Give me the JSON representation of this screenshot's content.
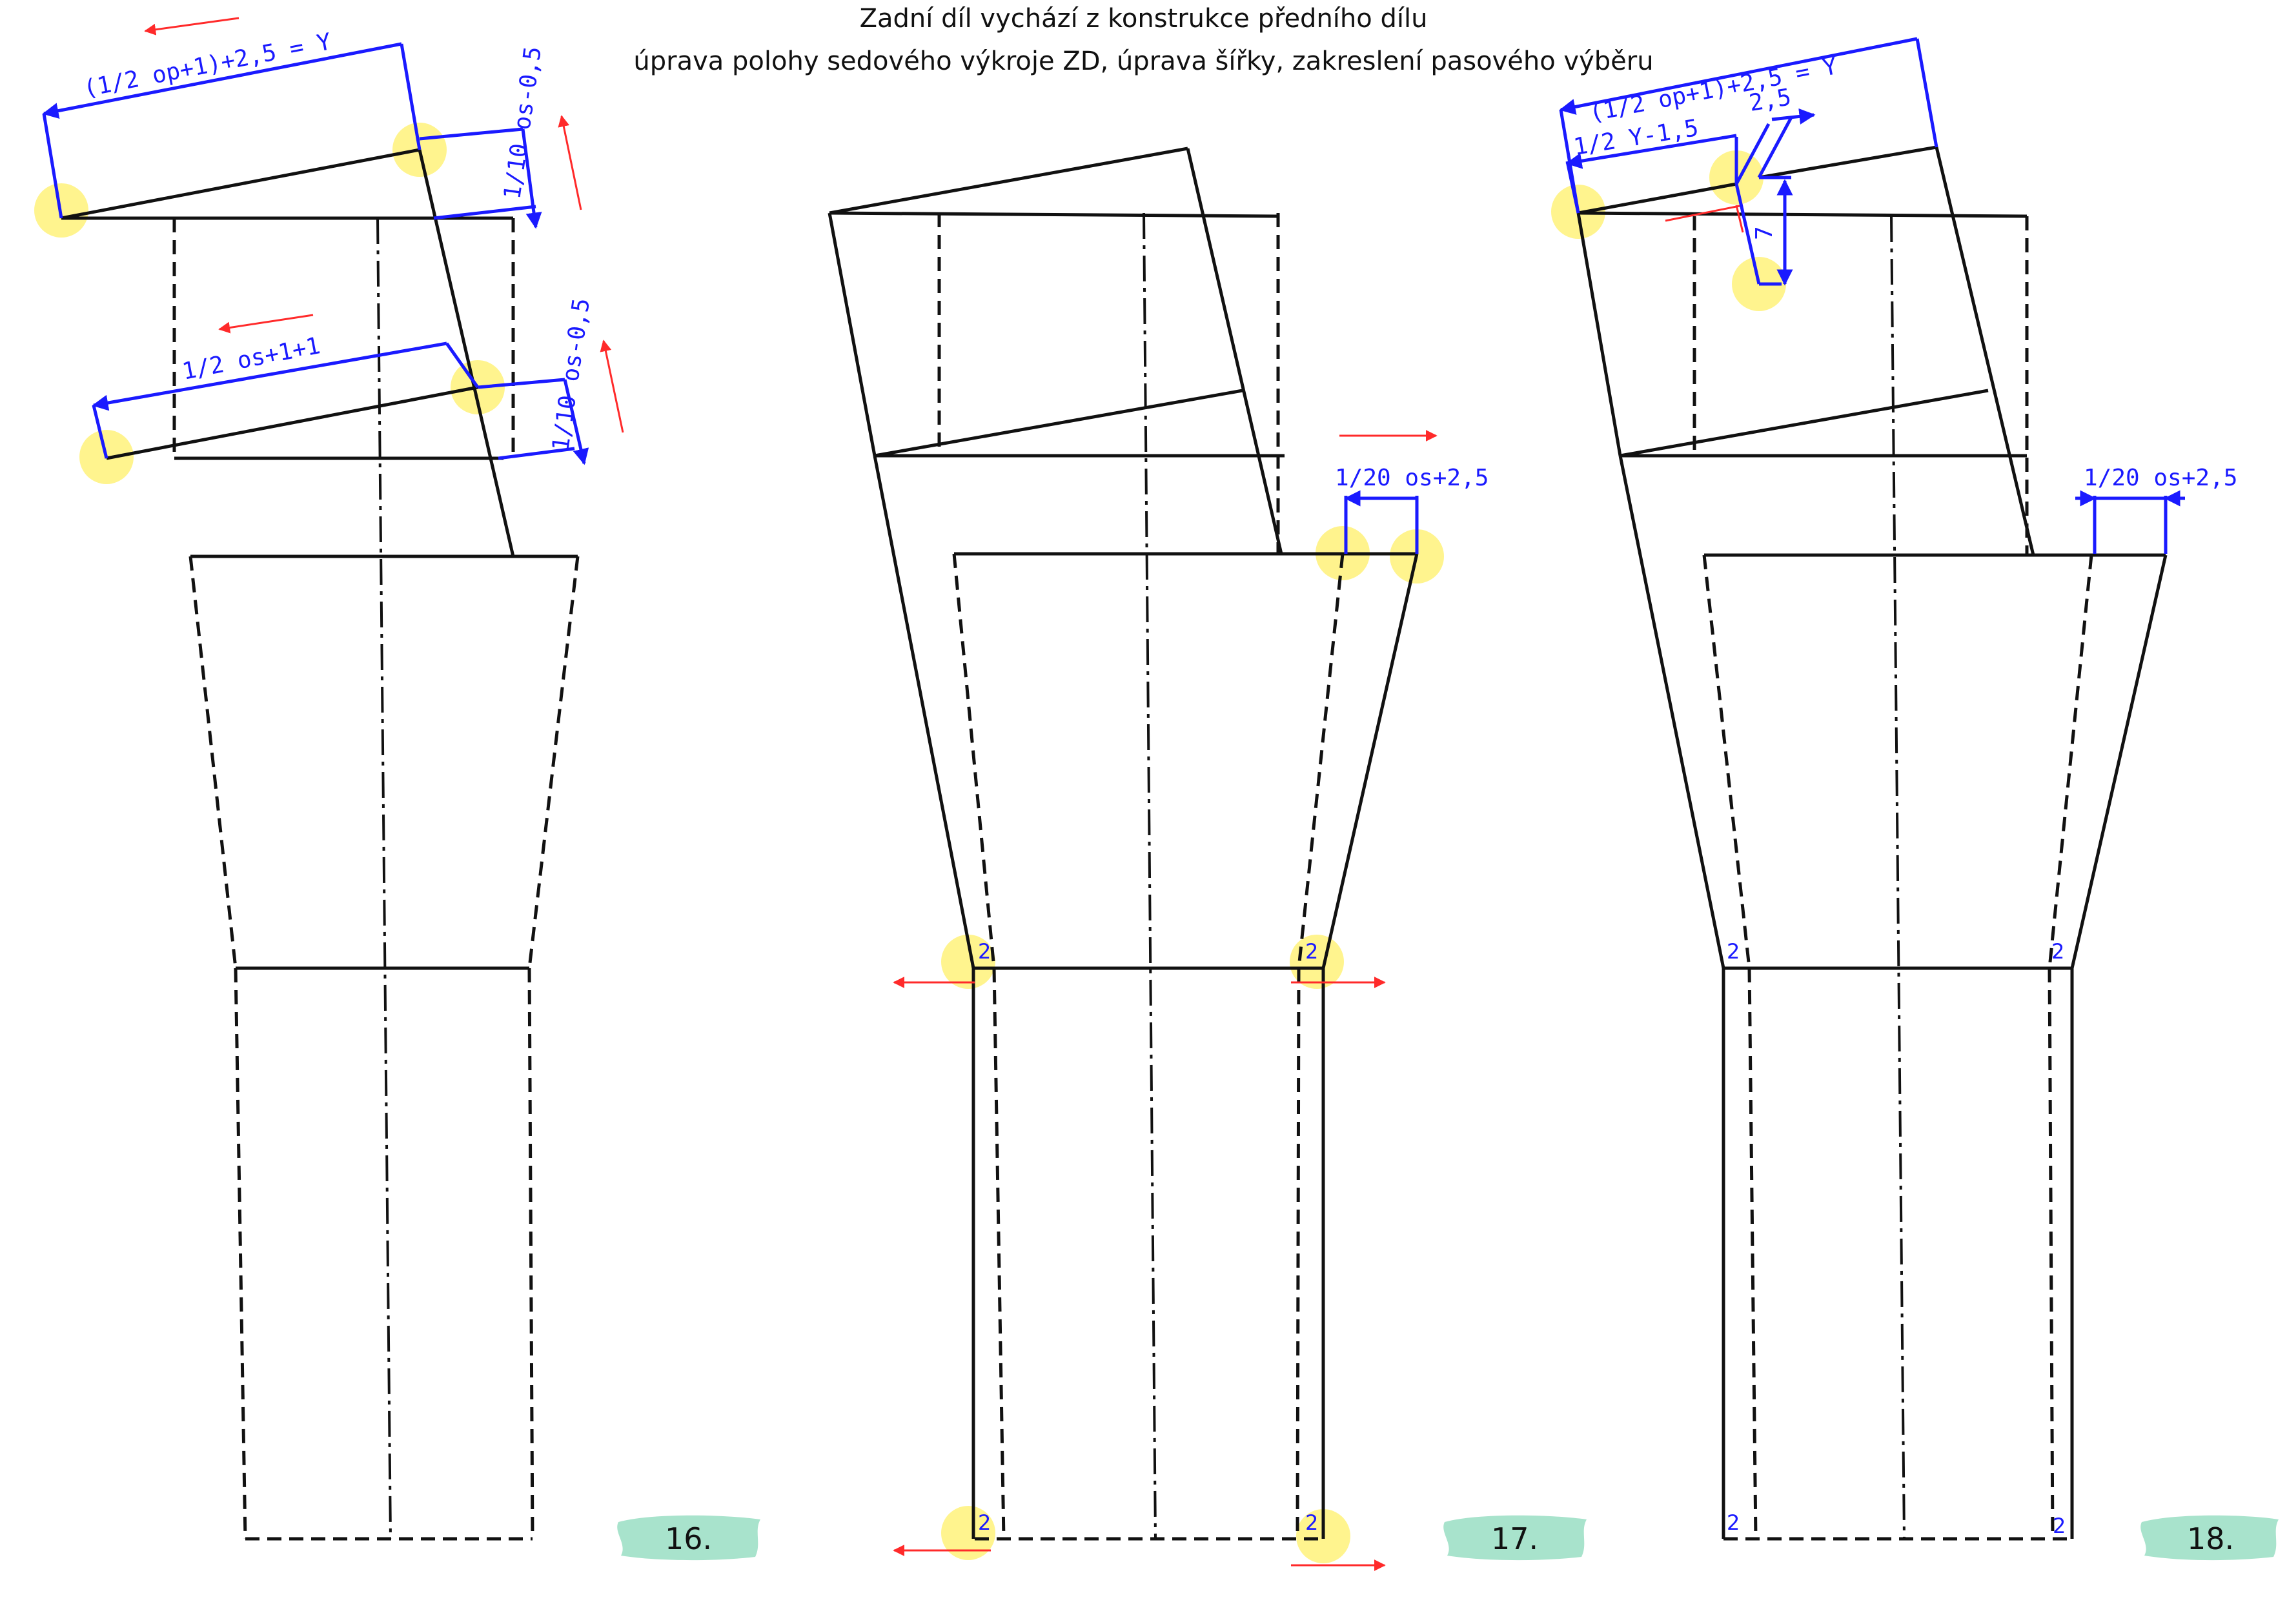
{
  "title": {
    "line1": "Zadní díl vychází z konstrukce předního dílu",
    "line2": "úprava polohy sedového výkroje ZD, úprava šířky, zakreslení pasového výběru"
  },
  "colors": {
    "outline": "#111111",
    "dimension": "#1a1aff",
    "arrow": "#ff2a2a",
    "highlight": "#fff27a",
    "badge": "#a8e3cc"
  },
  "figures": [
    {
      "badge": "16.",
      "labels": {
        "seat_width": "(1/2 op+1)+2,5 = Y",
        "hip_width": "1/2 os+1+1",
        "top_rise": "1/10 os-0,5",
        "lower_rise": "1/10 os-0,5"
      }
    },
    {
      "badge": "17.",
      "labels": {
        "crotch_ext": "1/20 os+2,5",
        "knee_left": "2",
        "knee_right": "2",
        "hem_left": "2",
        "hem_right": "2"
      }
    },
    {
      "badge": "18.",
      "labels": {
        "seat_width": "(1/2 op+1)+2,5 = Y",
        "dart_pos": "1/2 Y-1,5",
        "dart_width": "2,5",
        "dart_length": "7",
        "crotch_ext": "1/20 os+2,5",
        "knee_left": "2",
        "knee_right": "2",
        "hem_left": "2",
        "hem_right": "2"
      }
    }
  ]
}
